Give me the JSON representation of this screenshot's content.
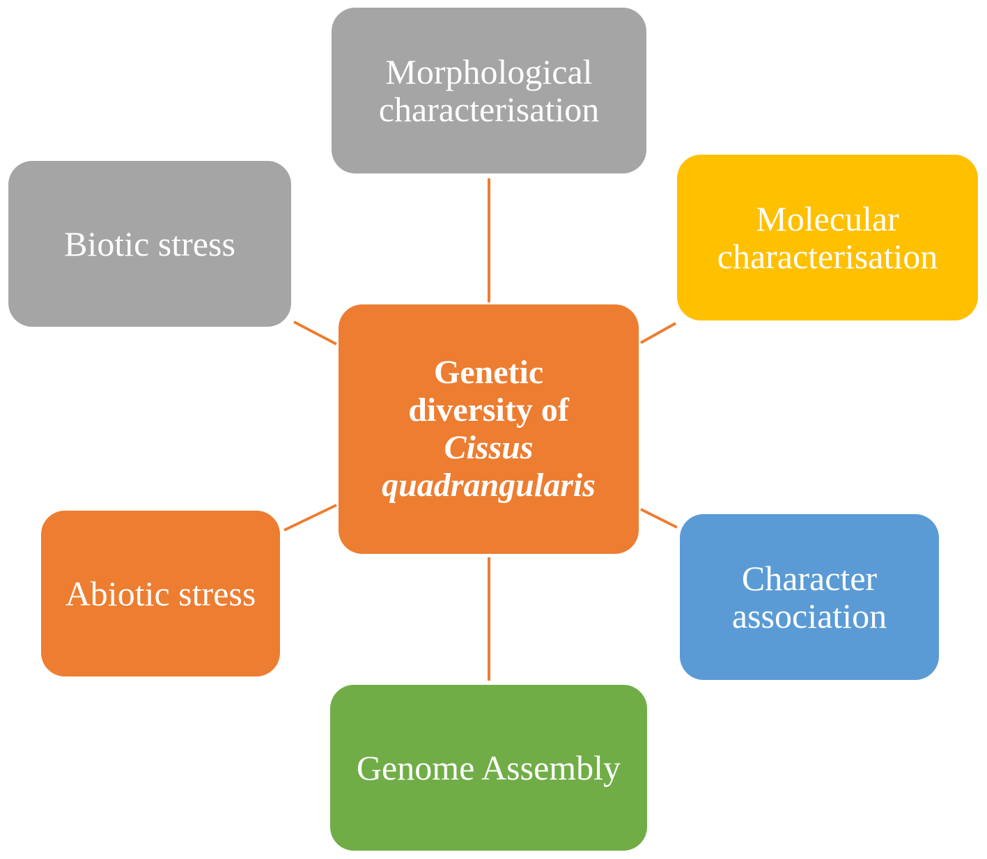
{
  "colors": {
    "connector": "#ED7D31",
    "gray": "#A5A5A5",
    "gold": "#FFC000",
    "orange": "#ED7D31",
    "blue": "#5B9BD5",
    "green": "#70AD47"
  },
  "center": {
    "line1": "Genetic",
    "line2": "diversity of",
    "line3": "Cissus",
    "line4": "quadrangularis"
  },
  "nodes": {
    "morphological": {
      "line1": "Morphological",
      "line2": "characterisation"
    },
    "molecular": {
      "line1": "Molecular",
      "line2": "characterisation"
    },
    "biotic": {
      "label": "Biotic stress"
    },
    "abiotic": {
      "label": "Abiotic stress"
    },
    "character_association": {
      "line1": "Character",
      "line2": "association"
    },
    "genome": {
      "label": "Genome Assembly"
    }
  }
}
